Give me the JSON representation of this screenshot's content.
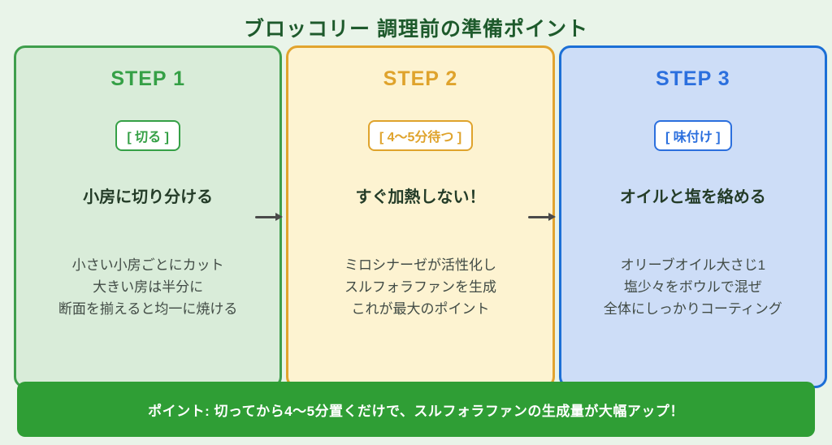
{
  "title": "ブロッコリー 調理前の準備ポイント",
  "steps": [
    {
      "label": "STEP 1",
      "badge": "[ 切る ]",
      "headline": "小房に切り分ける",
      "lines": [
        "小さい小房ごとにカット",
        "大きい房は半分に",
        "断面を揃えると均一に焼ける"
      ],
      "accent": "#35a046",
      "bg": "#d9ecd9",
      "border": "#3f9e4c"
    },
    {
      "label": "STEP 2",
      "badge": "[ 4〜5分待つ ]",
      "headline": "すぐ加熱しない！",
      "lines": [
        "ミロシナーゼが活性化し",
        "スルフォラファンを生成",
        "これが最大のポイント"
      ],
      "accent": "#dfa32c",
      "bg": "#fdf3d1",
      "border": "#e2a42e"
    },
    {
      "label": "STEP 3",
      "badge": "[ 味付け ]",
      "headline": "オイルと塩を絡める",
      "lines": [
        "オリーブオイル大さじ1",
        "塩少々をボウルで混ぜ",
        "全体にしっかりコーティング"
      ],
      "accent": "#2b6fde",
      "bg": "#cdddf7",
      "border": "#1c6fd6"
    }
  ],
  "footer": {
    "text": "ポイント: 切ってから4〜5分置くだけで、スルフォラファンの生成量が大幅アップ！",
    "bg": "#2f9e35",
    "color": "#ffffff"
  }
}
